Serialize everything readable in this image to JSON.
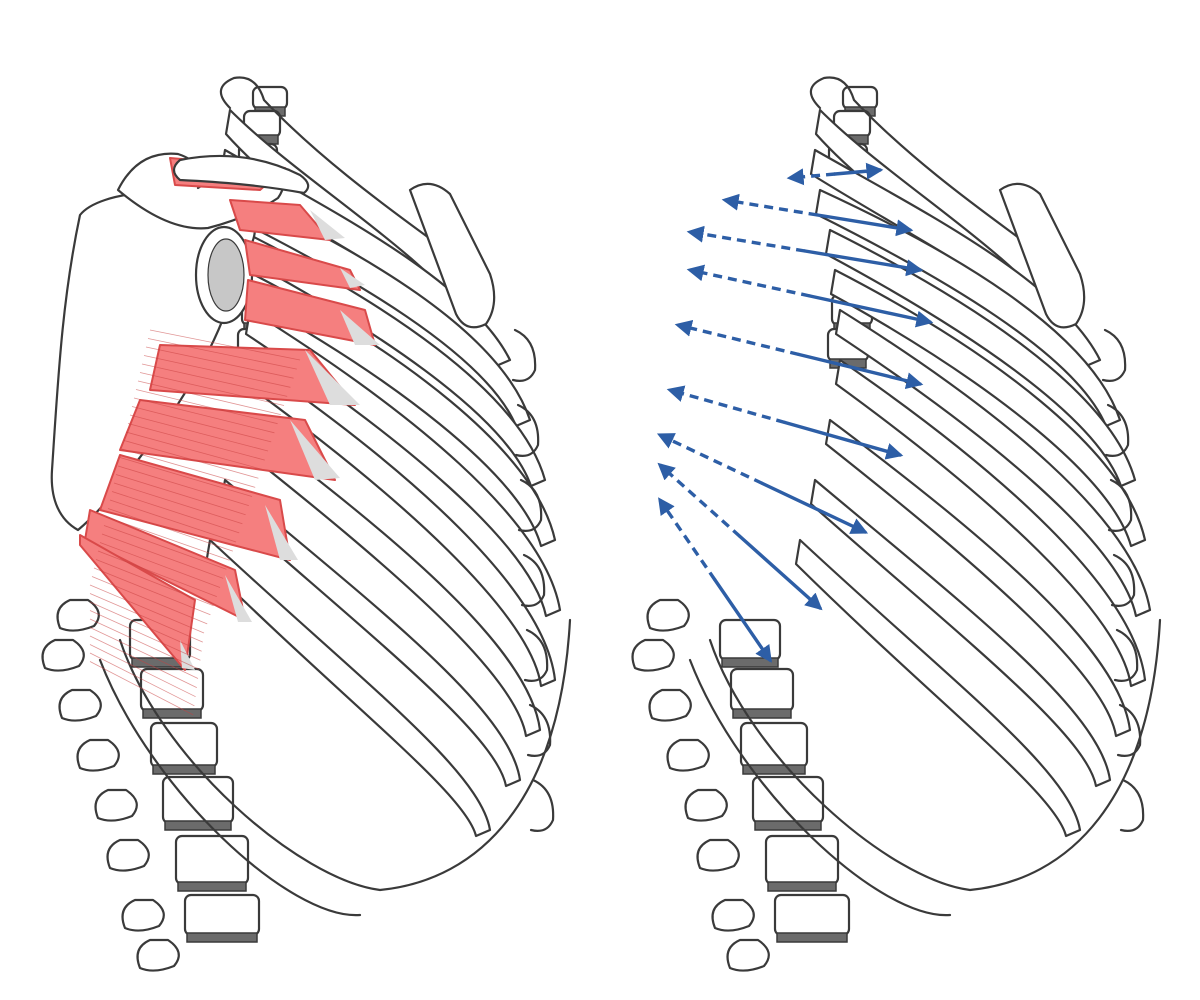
{
  "colors": {
    "background": "#ffffff",
    "bone_outline": "#3a3a3a",
    "bone_fill": "#ffffff",
    "disc": "#6b6b6b",
    "muscle": "#f57f7f",
    "muscle_edge": "#d94a4a",
    "fiber": "#c94040",
    "tendon": "#dddddd",
    "glenoid": "#c7c7c7",
    "arrow": "#2d5ea6"
  },
  "panels": [
    {
      "id": "left",
      "content": "rib-cage-with-serratus-anterior-muscle"
    },
    {
      "id": "right",
      "content": "rib-cage-with-line-of-action-arrows"
    }
  ],
  "icons": {
    "arrow_head": "triangle-arrowhead"
  }
}
